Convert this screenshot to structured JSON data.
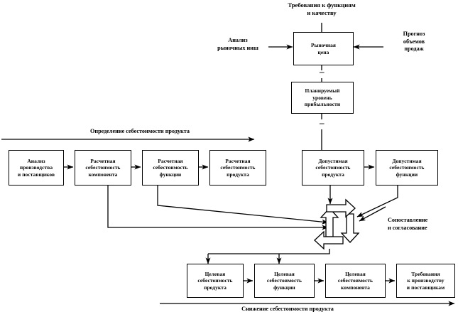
{
  "diagram": {
    "title_top": "Требования к функциям\nи качеству",
    "nodes": {
      "market_price": "Рыночная\nцена",
      "sales_forecast": "Прогноз\nобъемов\nпродаж",
      "niche_analysis": "Анализ\nрыночных ниш",
      "planned_profit": "Планируемый\nуровень\nприбыльности",
      "production_analysis": "Анализ\nпроизводства\nи поставщиков",
      "calc_cost_component": "Расчетная\nсебестоимость\nкомпонента",
      "calc_cost_function": "Расчетная\nсебестоимость\nфункции",
      "calc_cost_product": "Расчетная\nсебестоимость\nпродукта",
      "allow_cost_product": "Допустимая\nсебестоимость\nпродукта",
      "allow_cost_function": "Допустимая\nсебестоимость\nфункции",
      "target_cost_product": "Целевая\nсебестоимость\nпродукта",
      "target_cost_function": "Целевая\nсебестоимость\nфункции",
      "target_cost_component": "Целевая\nсебестоимость\nкомпонента",
      "requirements_production": "Требования\nк производству\nи поставщикам"
    },
    "annotations": {
      "cost_determination": "Определение себестоимости продукта",
      "comparison": "Сопоставление\nи согласование",
      "cost_reduction": "Снижение себестоимости продукта",
      "minus_1": "–",
      "minus_2": "–"
    },
    "icons": {
      "cycle": "recycle-cycle-arrows-icon"
    },
    "colors": {
      "stroke": "#000000",
      "background": "#ffffff"
    }
  }
}
